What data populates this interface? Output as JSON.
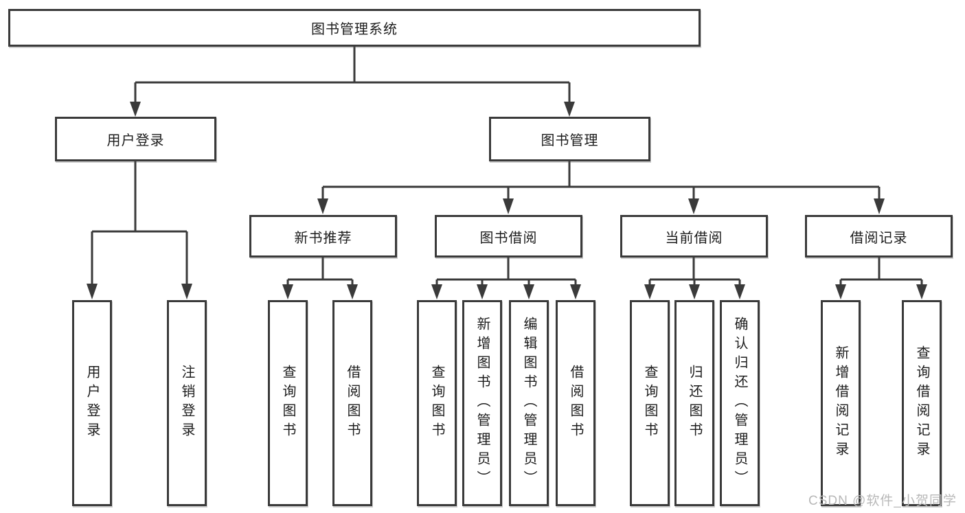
{
  "diagram": {
    "title": "图书管理系统",
    "colors": {
      "line": "#3a3a3a",
      "text": "#1c1c1c",
      "background": "#ffffff",
      "watermark_text": "#b8b8b8"
    },
    "tree": {
      "root": {
        "label": "图书管理系统"
      },
      "branches": [
        {
          "label": "用户登录",
          "leaves": [
            {
              "label": "用户登录"
            },
            {
              "label": "注销登录"
            }
          ]
        },
        {
          "label": "图书管理",
          "groups": [
            {
              "label": "新书推荐",
              "leaves": [
                {
                  "label": "查询图书"
                },
                {
                  "label": "借阅图书"
                }
              ]
            },
            {
              "label": "图书借阅",
              "leaves": [
                {
                  "label": "查询图书"
                },
                {
                  "label": "新增图书（管理员）"
                },
                {
                  "label": "编辑图书（管理员）"
                },
                {
                  "label": "借阅图书"
                }
              ]
            },
            {
              "label": "当前借阅",
              "leaves": [
                {
                  "label": "查询图书"
                },
                {
                  "label": "归还图书"
                },
                {
                  "label": "确认归还（管理员）"
                }
              ]
            },
            {
              "label": "借阅记录",
              "leaves": [
                {
                  "label": "新增借阅记录"
                },
                {
                  "label": "查询借阅记录"
                }
              ]
            }
          ]
        }
      ]
    },
    "watermark": {
      "text": "CSDN @软件_小贺同学"
    }
  }
}
